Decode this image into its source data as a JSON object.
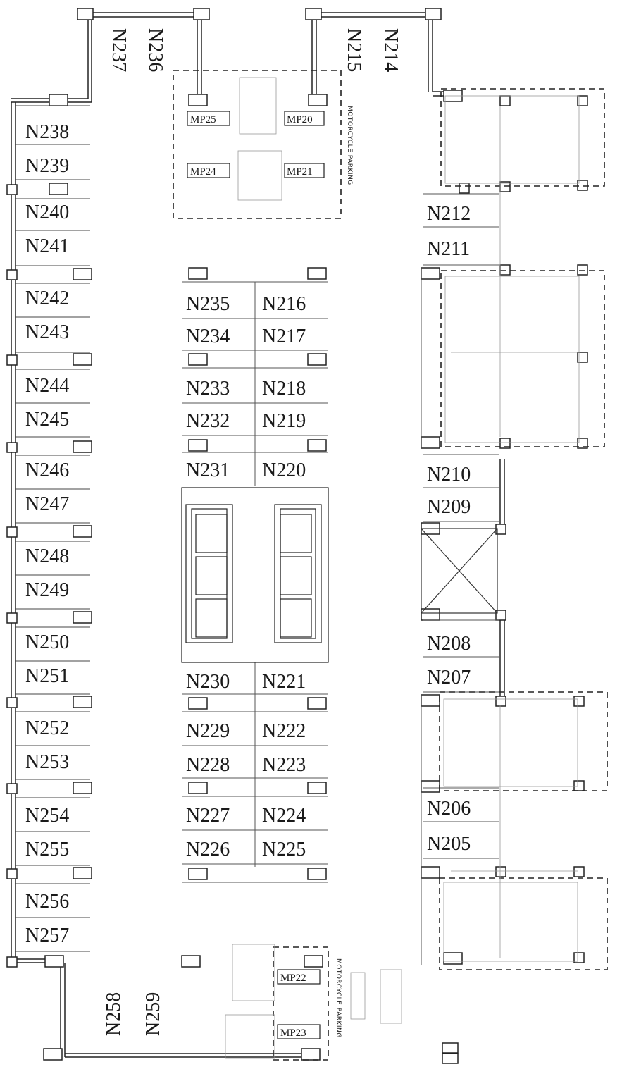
{
  "left_column": [
    "N238",
    "N239",
    "N240",
    "N241",
    "N242",
    "N243",
    "N244",
    "N245",
    "N246",
    "N247",
    "N248",
    "N249",
    "N250",
    "N251",
    "N252",
    "N253",
    "N254",
    "N255",
    "N256",
    "N257"
  ],
  "center_left": [
    "N235",
    "N234",
    "N233",
    "N232",
    "N231",
    "N230",
    "N229",
    "N228",
    "N227",
    "N226"
  ],
  "center_right": [
    "N216",
    "N217",
    "N218",
    "N219",
    "N220",
    "N221",
    "N222",
    "N223",
    "N224",
    "N225"
  ],
  "right_column_top": [
    "N212",
    "N211"
  ],
  "right_column_mid": [
    "N210",
    "N209"
  ],
  "right_column_low": [
    "N208",
    "N207"
  ],
  "right_column_bottom": [
    "N206",
    "N205"
  ],
  "top_rotated": [
    "N237",
    "N236",
    "N215",
    "N214"
  ],
  "bottom_rotated": [
    "N258",
    "N259"
  ],
  "motorcycle": {
    "top_label": "MOTORCYCLE PARKING",
    "bottom_label": "MOTORCYCLE PARKING",
    "slots": [
      "MP25",
      "MP20",
      "MP24",
      "MP21",
      "MP22",
      "MP23"
    ]
  }
}
